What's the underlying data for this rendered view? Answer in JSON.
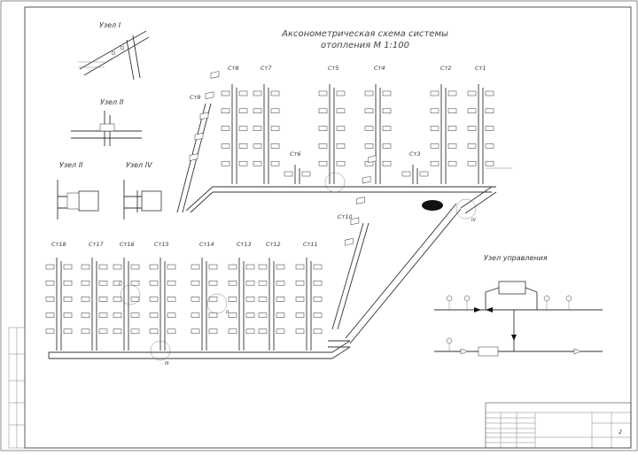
{
  "title": {
    "line1": "Аксонометрическая схема системы",
    "line2": "отопления М 1:100"
  },
  "nodes": {
    "node1": "Узел I",
    "node2": "Узел II",
    "node3": "Узел II",
    "node4": "Узел IV",
    "control": "Узел управления"
  },
  "risers": {
    "upper": [
      "Ст8",
      "Ст7",
      "Ст5",
      "Ст4",
      "Ст2",
      "Ст1",
      "Ст9",
      "Ст6",
      "Ст3"
    ],
    "lower": [
      "Ст18",
      "Ст17",
      "Ст16",
      "Ст15",
      "Ст14",
      "Ст13",
      "Ст12",
      "Ст11"
    ],
    "st10": "Ст10"
  },
  "node_markers": [
    "I",
    "II",
    "III",
    "IV"
  ],
  "titleblock": {
    "sheet": "2"
  },
  "colors": {
    "line": "#333333",
    "background": "#ffffff",
    "accent": "#111111"
  }
}
